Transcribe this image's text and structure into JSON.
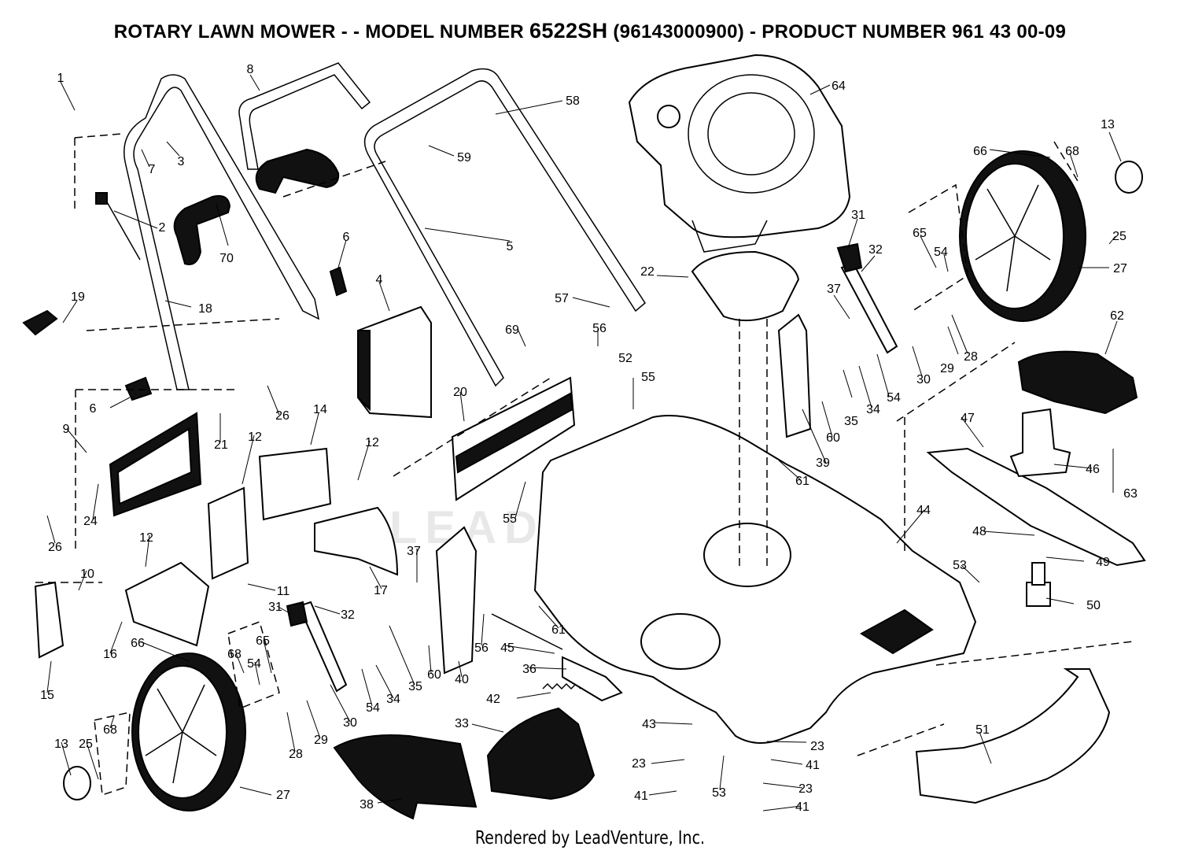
{
  "header": {
    "title_prefix": "ROTARY LAWN MOWER - - MODEL NUMBER",
    "model_number": "6522SH",
    "title_suffix": "(96143000900) - PRODUCT NUMBER 961 43 00-09"
  },
  "footer": {
    "text": "Rendered by LeadVenture, Inc."
  },
  "watermark": {
    "text": "LEADVENTURES"
  },
  "callouts": [
    "1",
    "8",
    "58",
    "64",
    "13",
    "66",
    "68",
    "7",
    "3",
    "59",
    "2",
    "70",
    "5",
    "6",
    "22",
    "31",
    "32",
    "65",
    "54",
    "25",
    "27",
    "18",
    "19",
    "4",
    "57",
    "37",
    "62",
    "69",
    "56",
    "52",
    "6",
    "26",
    "20",
    "55",
    "30",
    "29",
    "28",
    "21",
    "14",
    "9",
    "12",
    "12",
    "24",
    "26",
    "60",
    "61",
    "39",
    "35",
    "34",
    "54",
    "47",
    "46",
    "63",
    "55",
    "44",
    "12",
    "37",
    "17",
    "48",
    "49",
    "10",
    "11",
    "31",
    "32",
    "53",
    "50",
    "16",
    "66",
    "65",
    "68",
    "54",
    "61",
    "15",
    "56",
    "45",
    "36",
    "40",
    "60",
    "35",
    "34",
    "54",
    "30",
    "29",
    "42",
    "28",
    "33",
    "68",
    "43",
    "23",
    "23",
    "13",
    "25",
    "27",
    "38",
    "41",
    "53",
    "23",
    "41",
    "51",
    "41"
  ]
}
